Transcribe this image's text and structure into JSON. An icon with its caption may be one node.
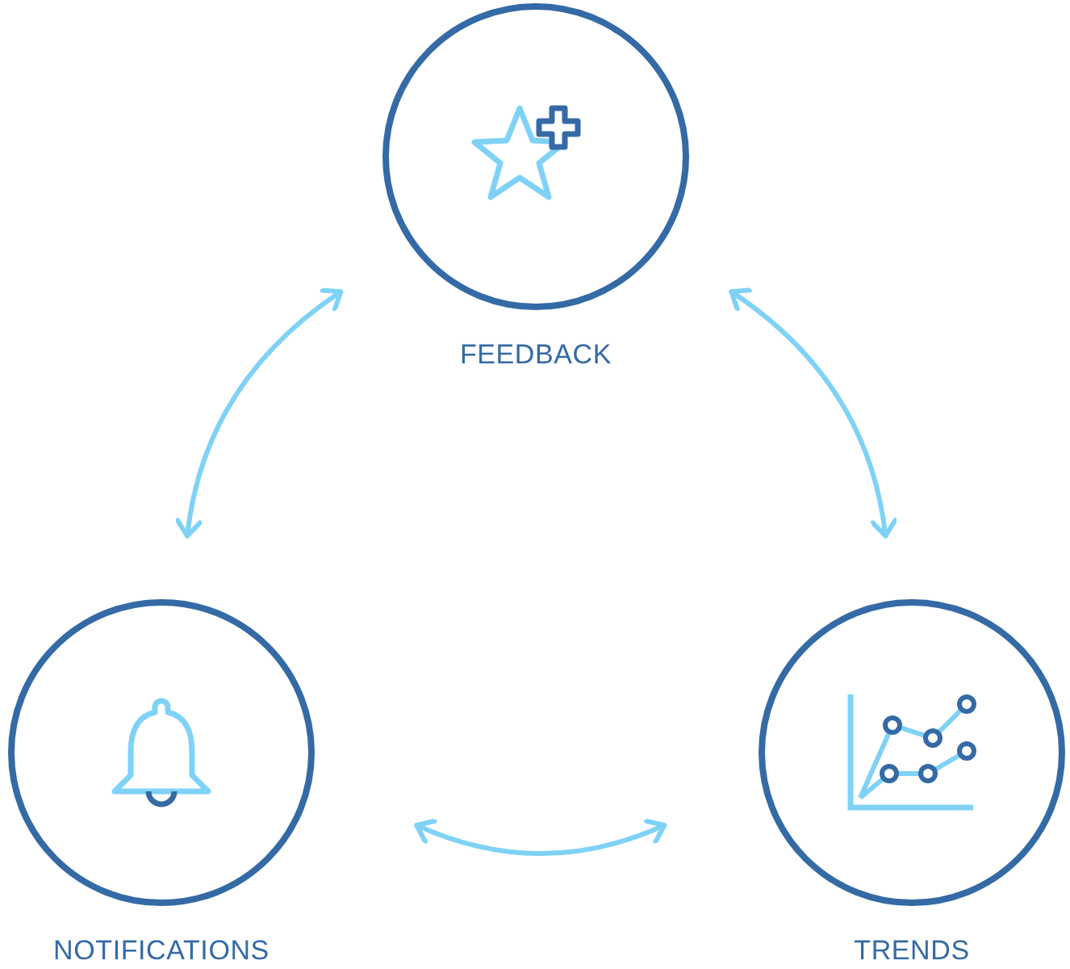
{
  "diagram": {
    "nodes": [
      {
        "text": [
          "FEEDBACK"
        ]
      },
      {
        "text": [
          "NOTIFICATIONS"
        ]
      },
      {
        "text": [
          "TRENDS"
        ]
      }
    ],
    "edges": [
      {
        "from": 0,
        "to": 1,
        "arrow": "both"
      },
      {
        "from": 0,
        "to": 2,
        "arrow": "both"
      },
      {
        "from": 1,
        "to": 2,
        "arrow": "both"
      }
    ]
  }
}
